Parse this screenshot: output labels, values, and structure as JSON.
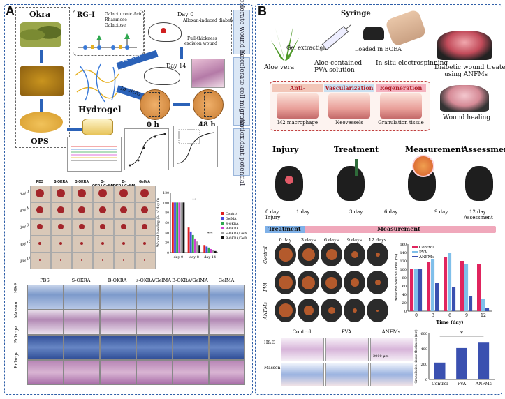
{
  "panel_a": {
    "letter": "A",
    "okra": "Okra",
    "rgi": "RG-I",
    "legend": [
      "Galacturonic Acid",
      "Rhamnose",
      "Galactose"
    ],
    "day0": "Day 0",
    "alloxan": "Alloxan-induced diabete",
    "excision": [
      "Full-thickness",
      "excision wound"
    ],
    "day14": "Day 14",
    "in_vivo": "In vivo",
    "in_vitro": "In vitro",
    "hydrogel": "Hydrogel",
    "ops": "OPS",
    "h0": "0 h",
    "h48": "48 h",
    "side_labels": [
      "Accelerate wound healing",
      "Accelerate cell migration",
      "Antioxidant potential"
    ],
    "wound_cols": [
      "PBS",
      "S-OKRA",
      "B-OKRA",
      "S-OKRA/GelMA",
      "B-OKRA/GelMA",
      "GelMA"
    ],
    "wound_rows": [
      "day 0",
      "day 4",
      "day 8",
      "day 10",
      "day 14"
    ],
    "histo_cols": [
      "PBS",
      "S-OKRA",
      "B-OKRA",
      "s-OKRA/GelMA",
      "B-OKRA/GelMA",
      "GelMA"
    ],
    "histo_rows": [
      "H&E",
      "Masson",
      "Enlarge",
      "Enlarge"
    ]
  },
  "panel_b": {
    "letter": "B",
    "syringe": "Syringe",
    "gel_extraction": "Gel extraction",
    "loaded": "Loaded in BOEA",
    "aloe_vera": "Aloe vera",
    "aloe_pva": [
      "Aloe-contained",
      "PVA solution"
    ],
    "in_situ": "In situ electrospinning",
    "diabetic": [
      "Diabetic wound treated",
      "using ANFMs"
    ],
    "wound_healing": "Wound healing",
    "bands": [
      "Anti-inflamation",
      "Vascularization",
      "Regeneration"
    ],
    "band_sub": [
      "M2 macrophage",
      "Neovessels",
      "Granulation tissue"
    ],
    "stages": [
      "Injury",
      "Treatment",
      "Measurement",
      "Assessment"
    ],
    "timeline": [
      "0 day",
      "1 day",
      "3 day",
      "6 day",
      "9 day",
      "12 day"
    ],
    "timeline_sub": [
      "Injury",
      "Assessment"
    ],
    "phase_treat": "Treatment",
    "phase_meas": "Measurement",
    "photo_cols": [
      "0 day",
      "3 days",
      "6 days",
      "9 days",
      "12 days"
    ],
    "photo_rows": [
      "Control",
      "PVA",
      "ANFMs"
    ],
    "histo_cols": [
      "Control",
      "PVA",
      "ANFMs"
    ],
    "histo_rows": [
      "H&E",
      "Masson"
    ],
    "scale": "2000 μm"
  },
  "chart_data": [
    {
      "type": "bar",
      "id": "panel-a-wound-healing",
      "ylabel": "Wound healing (% of day 0)",
      "categories": [
        "day 0",
        "day 8",
        "day 14"
      ],
      "ylim": [
        0,
        120
      ],
      "colors": [
        "#e02020",
        "#4a4adf",
        "#2fa84f",
        "#d040d0",
        "#a0a0a0",
        "#111111"
      ],
      "series": [
        {
          "name": "Control",
          "values": [
            100,
            50,
            15
          ]
        },
        {
          "name": "GelMA",
          "values": [
            100,
            42,
            12
          ]
        },
        {
          "name": "S-OKRA",
          "values": [
            100,
            35,
            10
          ]
        },
        {
          "name": "B-OKRA",
          "values": [
            100,
            28,
            7
          ]
        },
        {
          "name": "S-OKRA/GelMA",
          "values": [
            100,
            22,
            5
          ]
        },
        {
          "name": "B-OKRA/GelMA",
          "values": [
            100,
            15,
            3
          ]
        }
      ],
      "annotations": [
        "**",
        "***"
      ]
    },
    {
      "type": "bar",
      "id": "panel-b-relative-wound-area",
      "ylabel": "Relative wound area (%)",
      "xlabel": "Time (day)",
      "categories": [
        "0",
        "3",
        "6",
        "9",
        "12"
      ],
      "ylim": [
        0,
        160
      ],
      "yticks": [
        0,
        20,
        40,
        60,
        80,
        100,
        120,
        140,
        160
      ],
      "colors": [
        "#e0245e",
        "#7fbfea",
        "#3a50b0"
      ],
      "series": [
        {
          "name": "Control",
          "values": [
            100,
            118,
            130,
            120,
            112
          ]
        },
        {
          "name": "PVA",
          "values": [
            100,
            125,
            140,
            112,
            30
          ]
        },
        {
          "name": "ANFMs",
          "values": [
            100,
            68,
            58,
            35,
            8
          ]
        }
      ]
    },
    {
      "type": "bar",
      "id": "panel-b-granulation",
      "ylabel": "Granulation tissue thickness (nm)",
      "categories": [
        "Control",
        "PVA",
        "ANFMs"
      ],
      "ylim": [
        0,
        600
      ],
      "yticks": [
        0,
        200,
        400,
        600
      ],
      "values": [
        220,
        410,
        480
      ],
      "color": "#3a50b0",
      "annotations": [
        "*"
      ]
    }
  ]
}
